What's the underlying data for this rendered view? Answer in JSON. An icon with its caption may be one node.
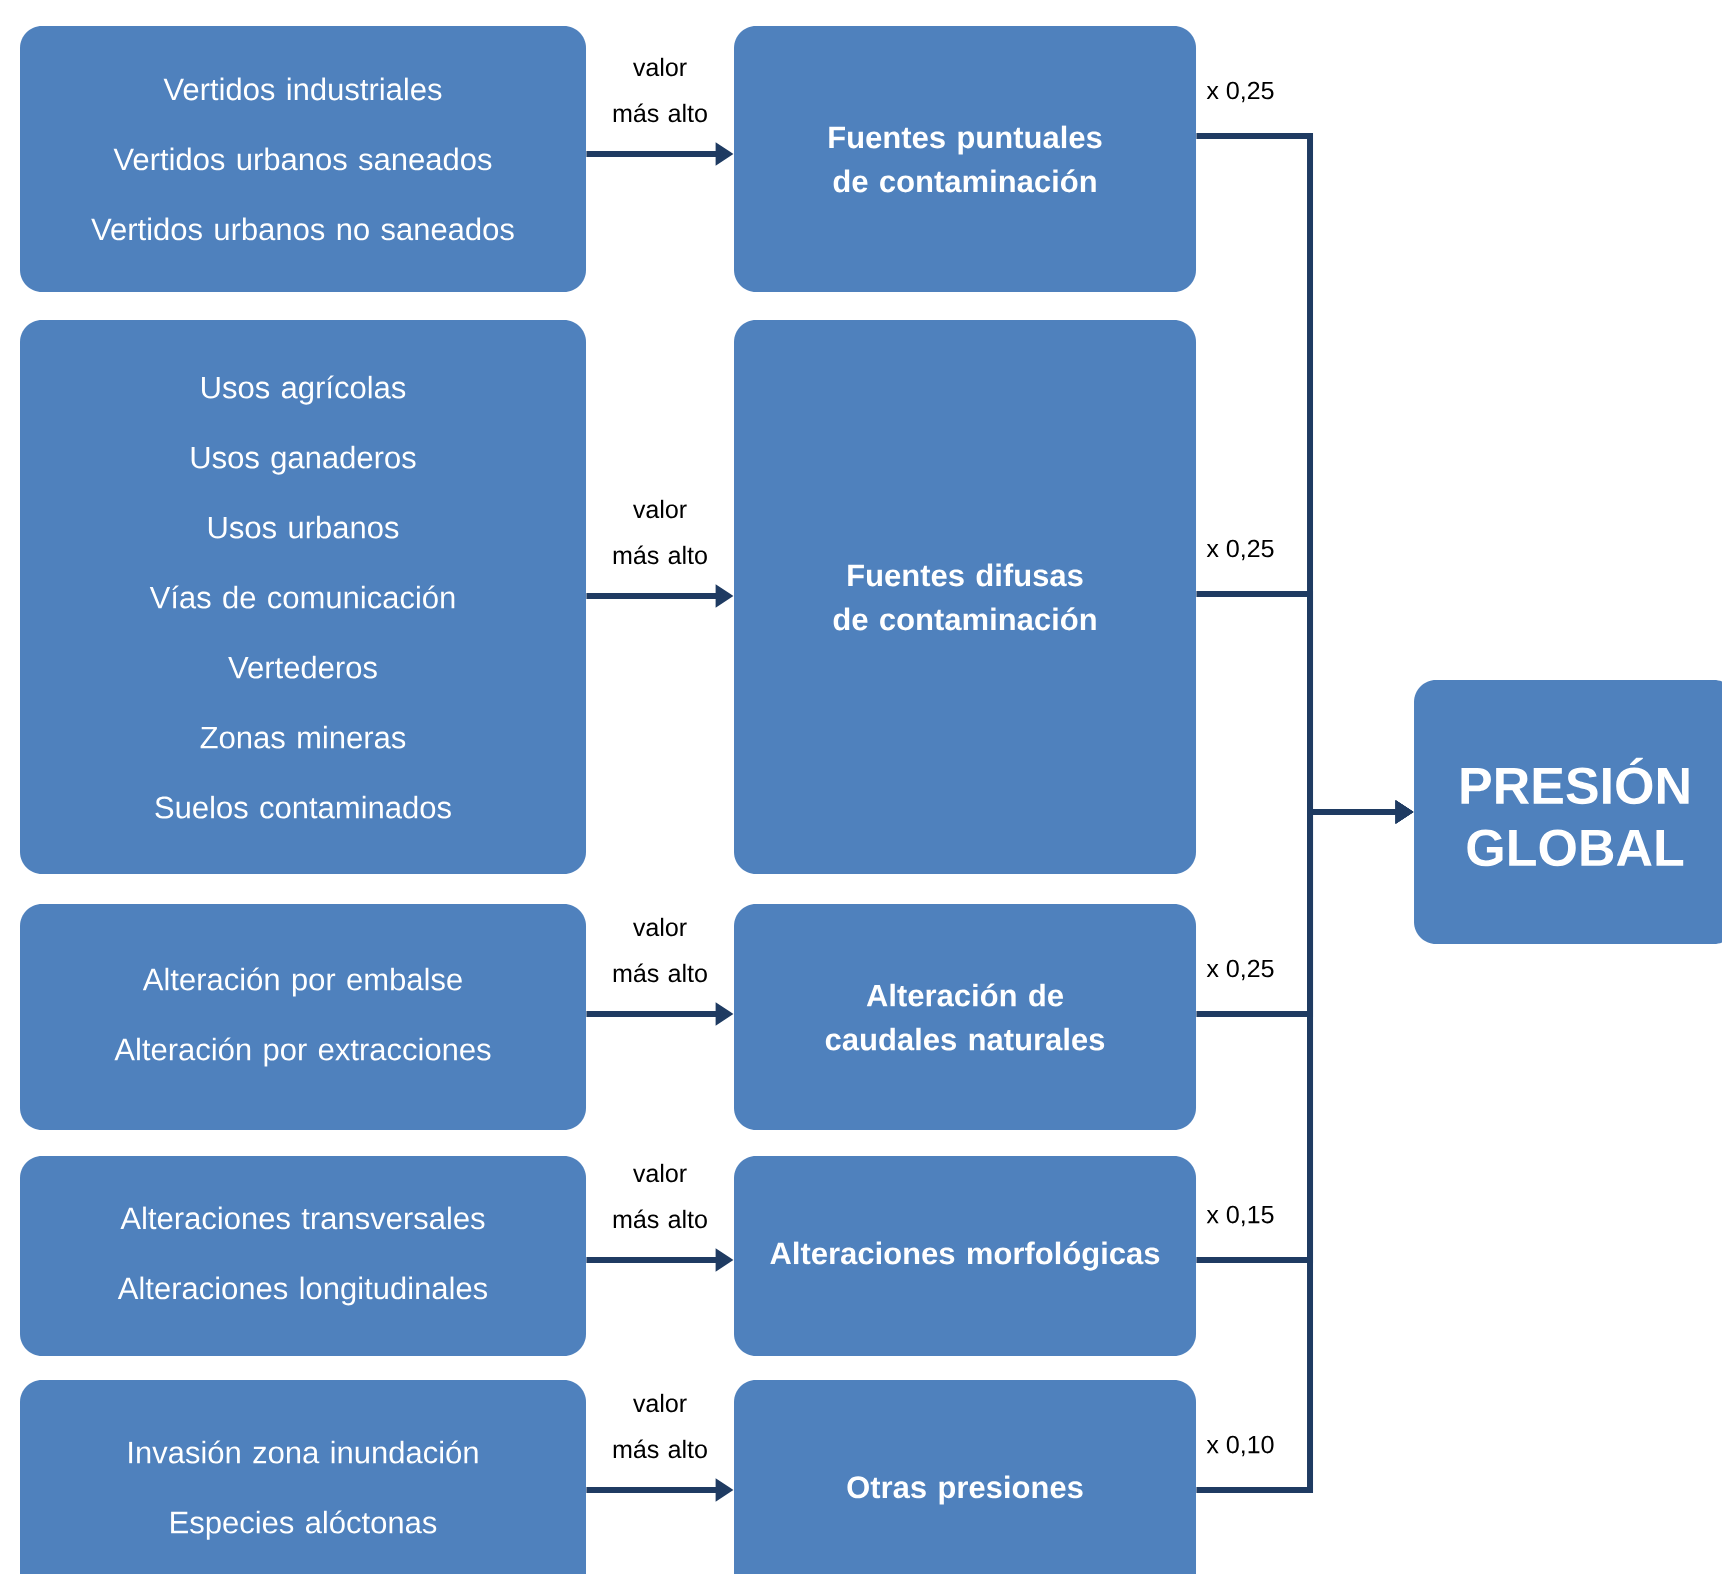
{
  "diagram": {
    "nodes": [
      {
        "text": [
          "Vertidos industriales",
          "Vertidos urbanos saneados",
          "Vertidos urbanos no saneados"
        ]
      },
      {
        "text": [
          "Fuentes puntuales de contaminación"
        ]
      },
      {
        "text": [
          "Usos agrícolas",
          "Usos ganaderos",
          "Usos urbanos",
          "Vías de comunicación",
          "Vertederos",
          "Zonas mineras",
          "Suelos contaminados"
        ]
      },
      {
        "text": [
          "Fuentes difusas de contaminación"
        ]
      },
      {
        "text": [
          "Alteración por embalse",
          "Alteración por extracciones"
        ]
      },
      {
        "text": [
          "Alteración de caudales naturales"
        ]
      },
      {
        "text": [
          "Alteraciones transversales",
          "Alteraciones longitudinales"
        ]
      },
      {
        "text": [
          "Alteraciones morfológicas"
        ]
      },
      {
        "text": [
          "Invasión zona inundación",
          "Especies alóctonas"
        ]
      },
      {
        "text": [
          "Otras presiones"
        ]
      },
      {
        "text": [
          "PRESIÓN GLOBAL"
        ]
      }
    ],
    "edges": [
      {
        "from": 0,
        "to": 1,
        "arrow": "to",
        "label": "valor más alto"
      },
      {
        "from": 2,
        "to": 3,
        "arrow": "to",
        "label": "valor más alto"
      },
      {
        "from": 4,
        "to": 5,
        "arrow": "to",
        "label": "valor más alto"
      },
      {
        "from": 6,
        "to": 7,
        "arrow": "to",
        "label": "valor más alto"
      },
      {
        "from": 8,
        "to": 9,
        "arrow": "to",
        "label": "valor más alto"
      },
      {
        "from": 1,
        "to": 10,
        "arrow": "to",
        "label": "x 0,25"
      },
      {
        "from": 3,
        "to": 10,
        "arrow": "to",
        "label": "x 0,25"
      },
      {
        "from": 5,
        "to": 10,
        "arrow": "to",
        "label": "x 0,25"
      },
      {
        "from": 7,
        "to": 10,
        "arrow": "to",
        "label": "x 0,15"
      },
      {
        "from": 9,
        "to": 10,
        "arrow": "to",
        "label": "x 0,10"
      }
    ]
  }
}
